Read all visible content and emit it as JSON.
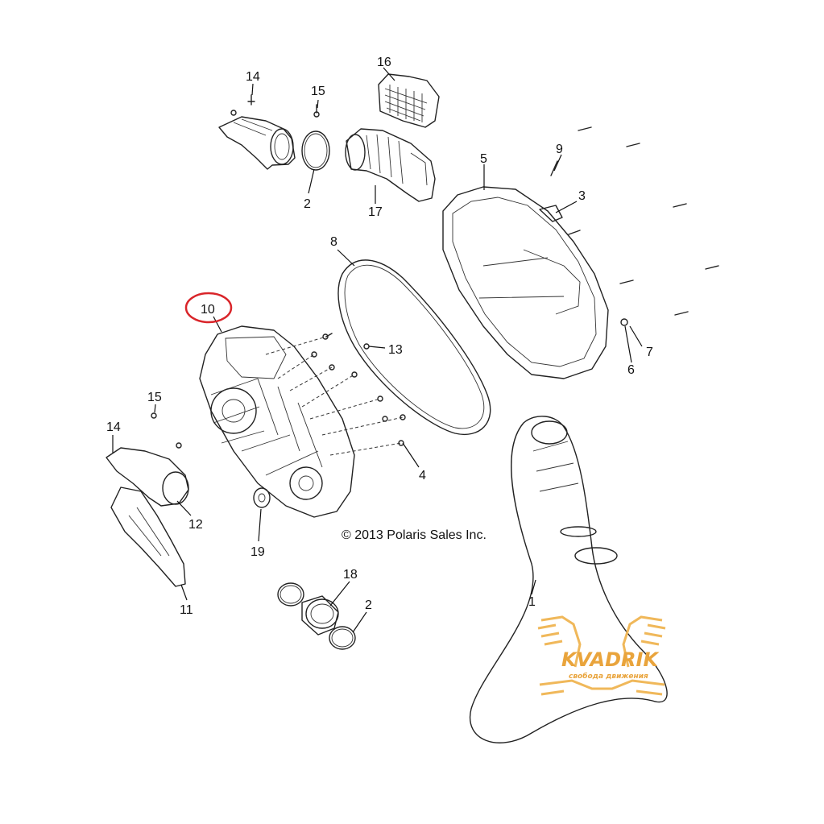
{
  "callouts": {
    "c1": "1",
    "c2a": "2",
    "c2b": "2",
    "c3": "3",
    "c4": "4",
    "c5": "5",
    "c6": "6",
    "c7": "7",
    "c8": "8",
    "c9": "9",
    "c10": "10",
    "c11": "11",
    "c12": "12",
    "c13": "13",
    "c14a": "14",
    "c14b": "14",
    "c15a": "15",
    "c15b": "15",
    "c16": "16",
    "c17": "17",
    "c18": "18",
    "c19": "19"
  },
  "copyright": "© 2013 Polaris Sales Inc.",
  "highlight": {
    "callout": "10",
    "color": "#d9252a"
  },
  "watermark": {
    "brand": "KVADRIK",
    "tagline": "свобода движения",
    "color": "#f0b85a"
  }
}
